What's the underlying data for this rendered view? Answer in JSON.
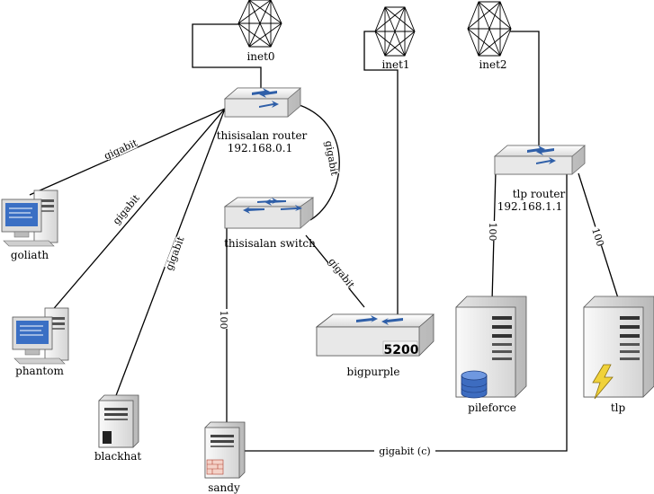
{
  "clouds": {
    "inet0": "inet0",
    "inet1": "inet1",
    "inet2": "inet2"
  },
  "devices": {
    "router1_name": "thisisalan router",
    "router1_ip": "192.168.0.1",
    "switch_name": "thisisalan switch",
    "router2_name": "tlp router",
    "router2_ip": "192.168.1.1",
    "bigpurple": "bigpurple",
    "bigpurple_badge": "5200",
    "goliath": "goliath",
    "phantom": "phantom",
    "blackhat": "blackhat",
    "sandy": "sandy",
    "pileforce": "pileforce",
    "tlp": "tlp"
  },
  "links": {
    "router_goliath": "gigabit",
    "router_phantom": "gigabit",
    "router_blackhat": "gigabit",
    "router_switch": "gigabit",
    "switch_bigpurple": "gigabit",
    "switch_sandy": "100",
    "router2_pileforce": "100",
    "router2_tlp": "100",
    "sandy_router2": "gigabit (c)"
  },
  "colors": {
    "device_body": "#f2f2f2",
    "router_arrow": "#2f5fa8",
    "screen_blue": "#3a6fc4",
    "db_blue": "#3d6cc0",
    "bolt_yellow": "#f0d23a"
  }
}
